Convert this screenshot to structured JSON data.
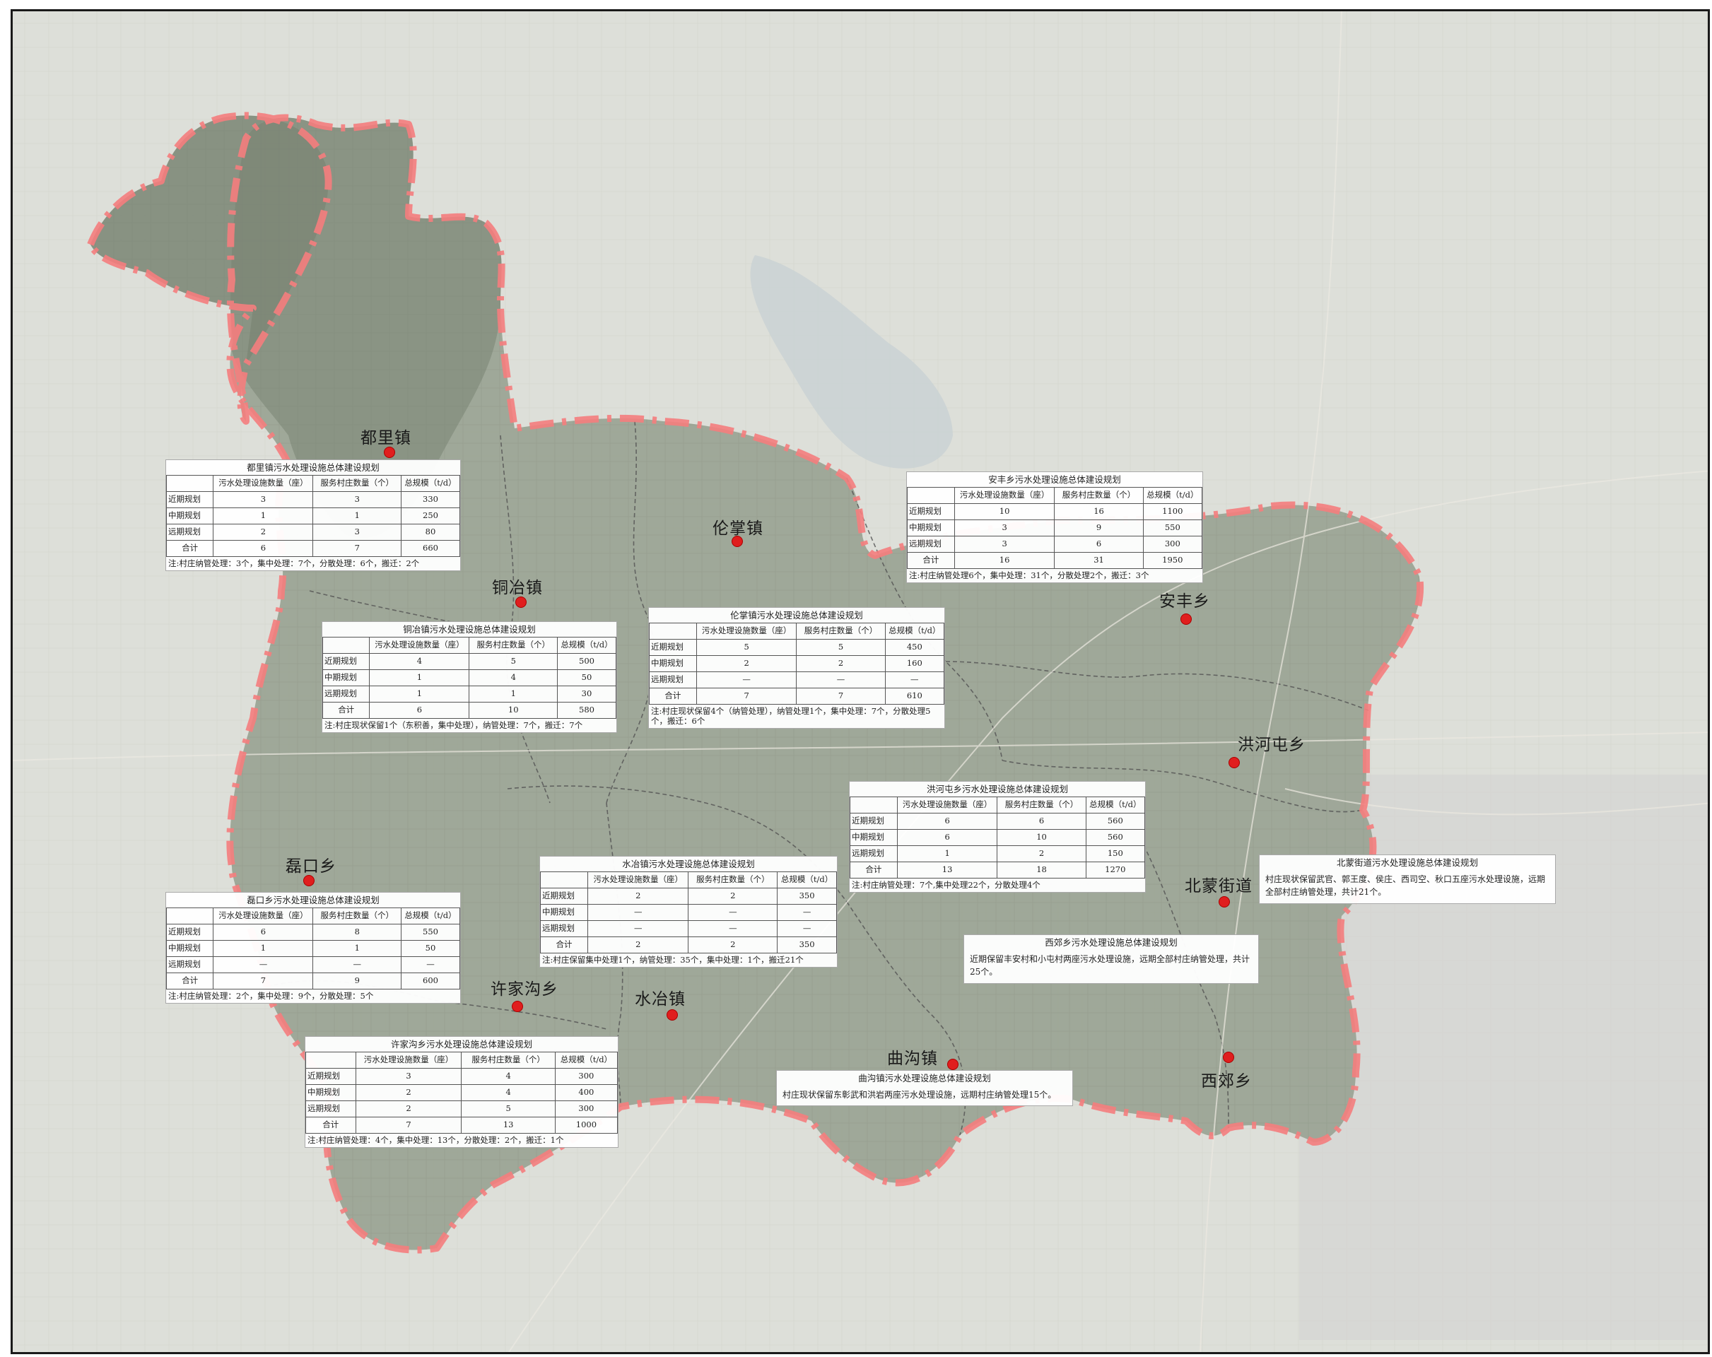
{
  "map": {
    "boundary_color": "#f25a5a",
    "town_dot_color": "#e01e1e"
  },
  "towns": [
    {
      "id": "duli",
      "name": "都里镇"
    },
    {
      "id": "tongye",
      "name": "铜冶镇"
    },
    {
      "id": "lunzhang",
      "name": "伦掌镇"
    },
    {
      "id": "anfeng",
      "name": "安丰乡"
    },
    {
      "id": "honghetun",
      "name": "洪河屯乡"
    },
    {
      "id": "beimeng",
      "name": "北蒙街道"
    },
    {
      "id": "leikou",
      "name": "磊口乡"
    },
    {
      "id": "xujiagou",
      "name": "许家沟乡"
    },
    {
      "id": "shuiye",
      "name": "水冶镇"
    },
    {
      "id": "qugou",
      "name": "曲沟镇"
    },
    {
      "id": "xijiao",
      "name": "西郊乡"
    }
  ],
  "tables": [
    {
      "id": "duli",
      "title": "都里镇污水处理设施总体建设规划",
      "headers": [
        "",
        "污水处理设施数量（座）",
        "服务村庄数量（个）",
        "总规模（t/d）"
      ],
      "rows": [
        [
          "近期规划",
          "3",
          "3",
          "330"
        ],
        [
          "中期规划",
          "1",
          "1",
          "250"
        ],
        [
          "远期规划",
          "2",
          "3",
          "80"
        ],
        [
          "合计",
          "6",
          "7",
          "660"
        ]
      ],
      "note": "注:村庄纳管处理：3个，集中处理：7个，分散处理：6个，搬迁：2个"
    },
    {
      "id": "tongye",
      "title": "铜冶镇污水处理设施总体建设规划",
      "headers": [
        "",
        "污水处理设施数量（座）",
        "服务村庄数量（个）",
        "总规模（t/d）"
      ],
      "rows": [
        [
          "近期规划",
          "4",
          "5",
          "500"
        ],
        [
          "中期规划",
          "1",
          "4",
          "50"
        ],
        [
          "远期规划",
          "1",
          "1",
          "30"
        ],
        [
          "合计",
          "6",
          "10",
          "580"
        ]
      ],
      "note": "注:村庄现状保留1个（东积善，集中处理），纳管处理：7个，搬迁：7个"
    },
    {
      "id": "lunzhang",
      "title": "伦掌镇污水处理设施总体建设规划",
      "headers": [
        "",
        "污水处理设施数量（座）",
        "服务村庄数量（个）",
        "总规模（t/d）"
      ],
      "rows": [
        [
          "近期规划",
          "5",
          "5",
          "450"
        ],
        [
          "中期规划",
          "2",
          "2",
          "160"
        ],
        [
          "远期规划",
          "—",
          "—",
          "—"
        ],
        [
          "合计",
          "7",
          "7",
          "610"
        ]
      ],
      "note": "注:村庄现状保留4个（纳管处理），纳管处理1个，集中处理：7个，分散处理5个，搬迁：6个"
    },
    {
      "id": "anfeng",
      "title": "安丰乡污水处理设施总体建设规划",
      "headers": [
        "",
        "污水处理设施数量（座）",
        "服务村庄数量（个）",
        "总规模（t/d）"
      ],
      "rows": [
        [
          "近期规划",
          "10",
          "16",
          "1100"
        ],
        [
          "中期规划",
          "3",
          "9",
          "550"
        ],
        [
          "远期规划",
          "3",
          "6",
          "300"
        ],
        [
          "合计",
          "16",
          "31",
          "1950"
        ]
      ],
      "note": "注:村庄纳管处理6个，集中处理：31个，分散处理2个，搬迁：3个"
    },
    {
      "id": "honghetun",
      "title": "洪河屯乡污水处理设施总体建设规划",
      "headers": [
        "",
        "污水处理设施数量（座）",
        "服务村庄数量（个）",
        "总规模（t/d）"
      ],
      "rows": [
        [
          "近期规划",
          "6",
          "6",
          "560"
        ],
        [
          "中期规划",
          "6",
          "10",
          "560"
        ],
        [
          "远期规划",
          "1",
          "2",
          "150"
        ],
        [
          "合计",
          "13",
          "18",
          "1270"
        ]
      ],
      "note": "注:村庄纳管处理：7个,集中处理22个，分散处理4个"
    },
    {
      "id": "shuiye",
      "title": "水冶镇污水处理设施总体建设规划",
      "headers": [
        "",
        "污水处理设施数量（座）",
        "服务村庄数量（个）",
        "总规模（t/d）"
      ],
      "rows": [
        [
          "近期规划",
          "2",
          "2",
          "350"
        ],
        [
          "中期规划",
          "—",
          "—",
          "—"
        ],
        [
          "远期规划",
          "—",
          "—",
          "—"
        ],
        [
          "合计",
          "2",
          "2",
          "350"
        ]
      ],
      "note": "注:村庄保留集中处理1个，纳管处理：35个，集中处理：1个，搬迁21个"
    },
    {
      "id": "leikou",
      "title": "磊口乡污水处理设施总体建设规划",
      "headers": [
        "",
        "污水处理设施数量（座）",
        "服务村庄数量（个）",
        "总规模（t/d）"
      ],
      "rows": [
        [
          "近期规划",
          "6",
          "8",
          "550"
        ],
        [
          "中期规划",
          "1",
          "1",
          "50"
        ],
        [
          "远期规划",
          "—",
          "—",
          "—"
        ],
        [
          "合计",
          "7",
          "9",
          "600"
        ]
      ],
      "note": "注:村庄纳管处理：2个，集中处理：9个，分散处理：5个"
    },
    {
      "id": "xujiagou",
      "title": "许家沟乡污水处理设施总体建设规划",
      "headers": [
        "",
        "污水处理设施数量（座）",
        "服务村庄数量（个）",
        "总规模（t/d）"
      ],
      "rows": [
        [
          "近期规划",
          "3",
          "4",
          "300"
        ],
        [
          "中期规划",
          "2",
          "4",
          "400"
        ],
        [
          "远期规划",
          "2",
          "5",
          "300"
        ],
        [
          "合计",
          "7",
          "13",
          "1000"
        ]
      ],
      "note": "注:村庄纳管处理：4个，集中处理：13个，分散处理：2个，搬迁：1个"
    }
  ],
  "text_panels": [
    {
      "id": "beimeng",
      "title": "北蒙街道污水处理设施总体建设规划",
      "text": "村庄现状保留武官、郭王度、侯庄、西司空、秋口五座污水处理设施，远期全部村庄纳管处理，共计21个。"
    },
    {
      "id": "xijiao",
      "title": "西郊乡污水处理设施总体建设规划",
      "text": "近期保留丰安村和小屯村两座污水处理设施，远期全部村庄纳管处理，共计25个。"
    },
    {
      "id": "qugou",
      "title": "曲沟镇污水处理设施总体建设规划",
      "text": "村庄现状保留东彰武和洪岩两座污水处理设施，远期村庄纳管处理15个。"
    }
  ]
}
